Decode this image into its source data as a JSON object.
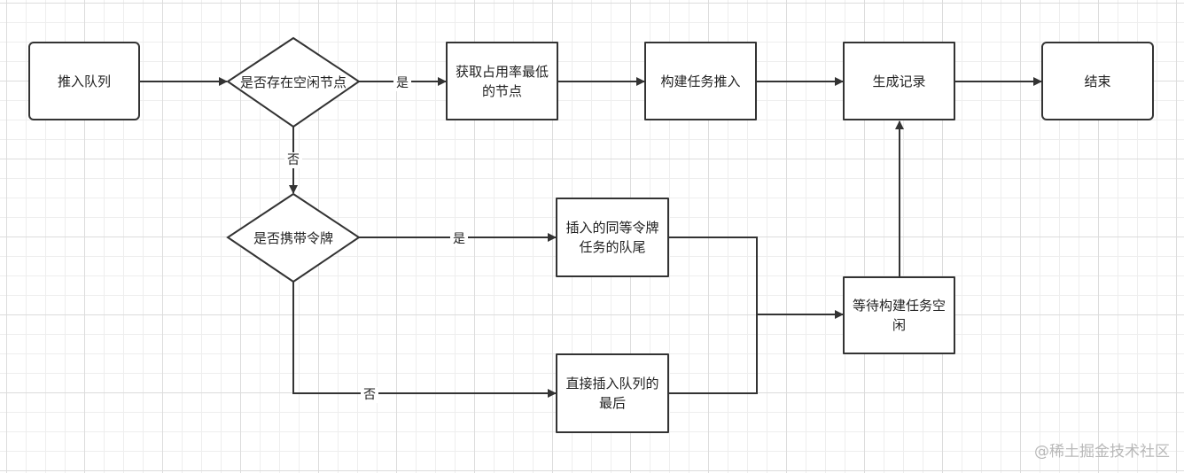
{
  "nodes": {
    "enqueue": "推入队列",
    "has_idle": "是否存在空闲节点",
    "lowest_usage": "获取占用率最低的节点",
    "build_push": "构建任务推入",
    "gen_record": "生成记录",
    "end": "结束",
    "has_token": "是否携带令牌",
    "insert_same_token": "插入的同等令牌任务的队尾",
    "insert_tail": "直接插入队列的最后",
    "wait_idle": "等待构建任务空闲"
  },
  "edges": {
    "idle_yes": "是",
    "idle_no": "否",
    "token_yes": "是",
    "token_no": "否"
  },
  "watermark": "@稀土掘金技术社区",
  "colors": {
    "stroke": "#333333",
    "grid": "#dcdcdc",
    "watermark": "#b8b8b8"
  }
}
